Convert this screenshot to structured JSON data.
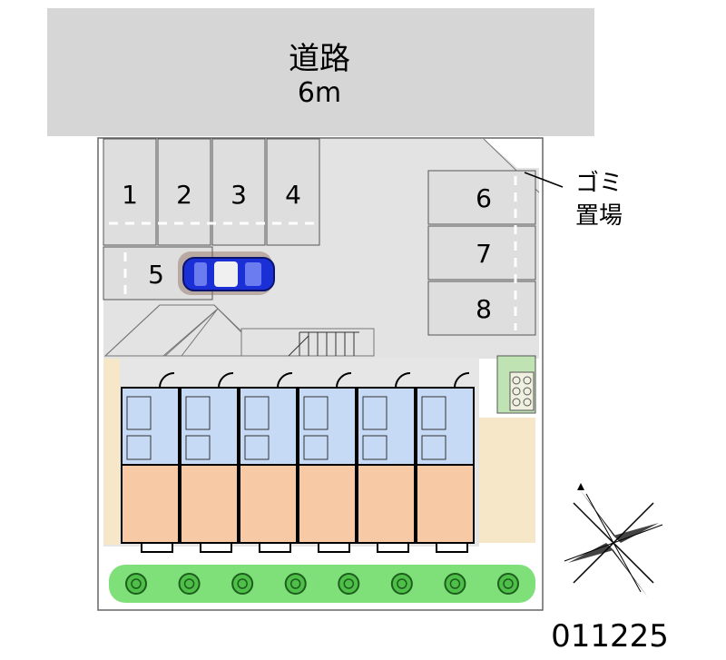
{
  "road": {
    "name": "道路",
    "width": "6m"
  },
  "parking_spaces": [
    {
      "number": "1",
      "occupied": false
    },
    {
      "number": "2",
      "occupied": false
    },
    {
      "number": "3",
      "occupied": false
    },
    {
      "number": "4",
      "occupied": false
    },
    {
      "number": "5",
      "occupied": true
    },
    {
      "number": "6",
      "occupied": false
    },
    {
      "number": "7",
      "occupied": false
    },
    {
      "number": "8",
      "occupied": false
    }
  ],
  "garbage_area": {
    "line1": "ゴミ",
    "line2": "置場"
  },
  "building": {
    "unit_count": 6
  },
  "tree_count": 8,
  "property_code": "011225",
  "colors": {
    "road": "#d6d6d6",
    "lot": "#e3e3e3",
    "space": "#dedede",
    "unit_wet": "#c6daf5",
    "unit_room": "#f7c9a5",
    "green": "#7fe07a",
    "tree": "#2e8b2e",
    "side_yard": "#f5e7c8",
    "car": "#1b2fd6"
  },
  "icons": {
    "car": "car-icon",
    "compass": "compass-icon",
    "tree": "tree-icon"
  }
}
